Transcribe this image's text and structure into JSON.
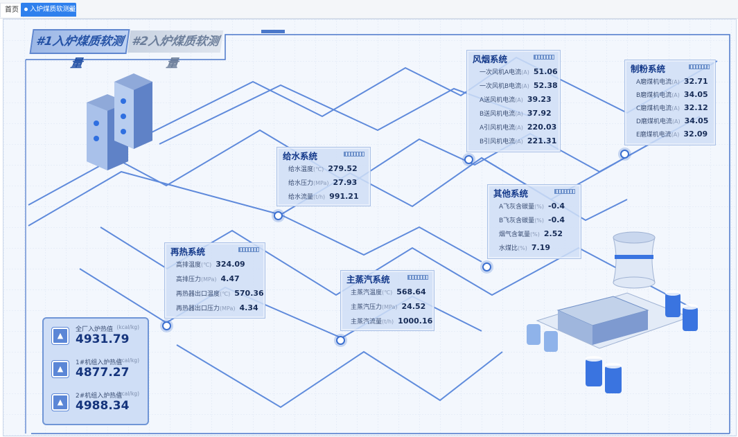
{
  "tabs": {
    "home": "首页",
    "active": "入炉煤质软测量",
    "close": "×"
  },
  "boiler_tabs": {
    "tab1": "#1入炉煤质软测量",
    "tab2": "#2入炉煤质软测量"
  },
  "panels": {
    "fengyan": {
      "title": "风烟系统",
      "rows": [
        {
          "label": "一次风机A电流",
          "unit": "(A)",
          "value": "51.06"
        },
        {
          "label": "一次风机B电流",
          "unit": "(A)",
          "value": "52.38"
        },
        {
          "label": "A送风机电流",
          "unit": "(A)",
          "value": "39.23"
        },
        {
          "label": "B送风机电流",
          "unit": "(A)",
          "value": "37.92"
        },
        {
          "label": "A引风机电流",
          "unit": "(A)",
          "value": "220.03"
        },
        {
          "label": "B引风机电流",
          "unit": "(A)",
          "value": "221.31"
        }
      ]
    },
    "zhifen": {
      "title": "制粉系统",
      "rows": [
        {
          "label": "A磨煤机电流",
          "unit": "(A)",
          "value": "32.71"
        },
        {
          "label": "B磨煤机电流",
          "unit": "(A)",
          "value": "34.05"
        },
        {
          "label": "C磨煤机电流",
          "unit": "(A)",
          "value": "32.12"
        },
        {
          "label": "D磨煤机电流",
          "unit": "(A)",
          "value": "34.05"
        },
        {
          "label": "E磨煤机电流",
          "unit": "(A)",
          "value": "32.09"
        }
      ]
    },
    "geishui": {
      "title": "给水系统",
      "rows": [
        {
          "label": "给水温度",
          "unit": "(℃)",
          "value": "279.52"
        },
        {
          "label": "给水压力",
          "unit": "(MPa)",
          "value": "27.93"
        },
        {
          "label": "给水流量",
          "unit": "(t/h)",
          "value": "991.21"
        }
      ]
    },
    "qita": {
      "title": "其他系统",
      "rows": [
        {
          "label": "A飞灰含碳量",
          "unit": "(%)",
          "value": "-0.4"
        },
        {
          "label": "B飞灰含碳量",
          "unit": "(%)",
          "value": "-0.4"
        },
        {
          "label": "烟气含氧量",
          "unit": "(%)",
          "value": "2.52"
        },
        {
          "label": "水煤比",
          "unit": "(%)",
          "value": "7.19"
        }
      ]
    },
    "zaire": {
      "title": "再热系统",
      "rows": [
        {
          "label": "高排温度",
          "unit": "(℃)",
          "value": "324.09"
        },
        {
          "label": "高排压力",
          "unit": "(MPa)",
          "value": "4.47"
        },
        {
          "label": "再热器出口温度",
          "unit": "(℃)",
          "value": "570.36"
        },
        {
          "label": "再热器出口压力",
          "unit": "(MPa)",
          "value": "4.34"
        }
      ]
    },
    "zhuzhengqi": {
      "title": "主蒸汽系统",
      "rows": [
        {
          "label": "主蒸汽温度",
          "unit": "(℃)",
          "value": "568.64"
        },
        {
          "label": "主蒸汽压力",
          "unit": "(MPa)",
          "value": "24.52"
        },
        {
          "label": "主蒸汽流量",
          "unit": "(t/h)",
          "value": "1000.16"
        }
      ]
    }
  },
  "heat_values": [
    {
      "label": "全厂入炉热值",
      "unit": "(kcal/kg)",
      "value": "4931.79"
    },
    {
      "label": "1#机组入炉热值",
      "unit": "(kcal/kg)",
      "value": "4877.27"
    },
    {
      "label": "2#机组入炉热值",
      "unit": "(kcal/kg)",
      "value": "4988.34"
    }
  ],
  "colors": {
    "accent": "#2f80ed",
    "line": "#3b6fd0",
    "panel": "#cfdef6",
    "title": "#14398a"
  },
  "icons": {
    "tab_dot": "dot-icon",
    "heat": "flame-icon",
    "server": "server-icon",
    "plant": "power-plant-icon"
  }
}
